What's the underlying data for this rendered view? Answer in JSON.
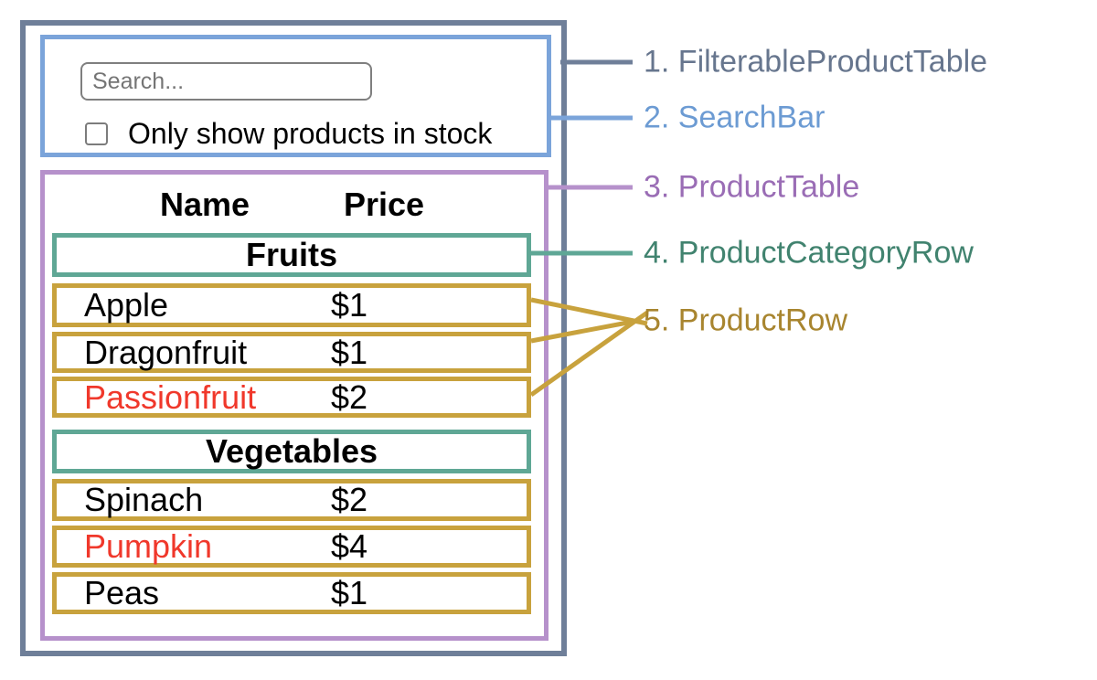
{
  "annotations": {
    "items": [
      {
        "label": "1. FilterableProductTable",
        "color": "#67768E"
      },
      {
        "label": "2. SearchBar",
        "color": "#6C9BD3"
      },
      {
        "label": "3. ProductTable",
        "color": "#9A6DB5"
      },
      {
        "label": "4. ProductCategoryRow",
        "color": "#41836F"
      },
      {
        "label": "5. ProductRow",
        "color": "#A8852F"
      }
    ]
  },
  "search_bar": {
    "input_placeholder": "Search...",
    "input_value": "",
    "checkbox_label": "Only show products in stock",
    "checkbox_checked": false
  },
  "product_table": {
    "headers": {
      "name": "Name",
      "price": "Price"
    },
    "sections": [
      {
        "category": "Fruits",
        "rows": [
          {
            "name": "Apple",
            "price": "$1",
            "in_stock": true
          },
          {
            "name": "Dragonfruit",
            "price": "$1",
            "in_stock": true
          },
          {
            "name": "Passionfruit",
            "price": "$2",
            "in_stock": false
          }
        ]
      },
      {
        "category": "Vegetables",
        "rows": [
          {
            "name": "Spinach",
            "price": "$2",
            "in_stock": true
          },
          {
            "name": "Pumpkin",
            "price": "$4",
            "in_stock": false
          },
          {
            "name": "Peas",
            "price": "$1",
            "in_stock": true
          }
        ]
      }
    ]
  },
  "colors": {
    "filterable_product_table_border": "#6F7F99",
    "search_bar_border": "#7BA4DA",
    "product_table_border": "#B691CB",
    "category_row_border": "#5FA795",
    "product_row_border": "#C8A23D",
    "out_of_stock_text": "#F0382B"
  }
}
